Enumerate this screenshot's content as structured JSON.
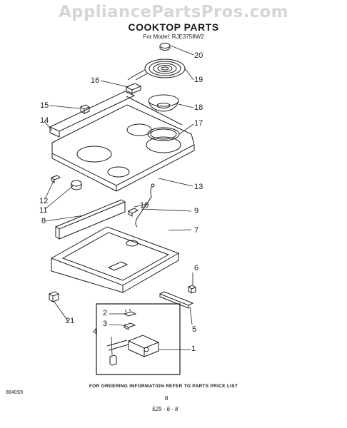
{
  "watermark": "AppliancePartsPros.com",
  "title": "COOKTOP PARTS",
  "model_line": "For Model: RJE3758W2",
  "callouts": [
    {
      "id": "20",
      "label": "20"
    },
    {
      "id": "19",
      "label": "19"
    },
    {
      "id": "18",
      "label": "18"
    },
    {
      "id": "17",
      "label": "17"
    },
    {
      "id": "16",
      "label": "16"
    },
    {
      "id": "15",
      "label": "15"
    },
    {
      "id": "14",
      "label": "14"
    },
    {
      "id": "13",
      "label": "13"
    },
    {
      "id": "12",
      "label": "12"
    },
    {
      "id": "11",
      "label": "11"
    },
    {
      "id": "10",
      "label": "10"
    },
    {
      "id": "9",
      "label": "9"
    },
    {
      "id": "8",
      "label": "8"
    },
    {
      "id": "7",
      "label": "7"
    },
    {
      "id": "6",
      "label": "6"
    },
    {
      "id": "5",
      "label": "5"
    },
    {
      "id": "4",
      "label": "4"
    },
    {
      "id": "3",
      "label": "3"
    },
    {
      "id": "2",
      "label": "2"
    },
    {
      "id": "1",
      "label": "1"
    },
    {
      "id": "21",
      "label": "21"
    }
  ],
  "footer": "FOR ORDERING INFORMATION REFER TO PARTS PRICE LIST",
  "doc_id": "8840S9",
  "page_number": "8",
  "page_ref": "529 - 6 - 8"
}
